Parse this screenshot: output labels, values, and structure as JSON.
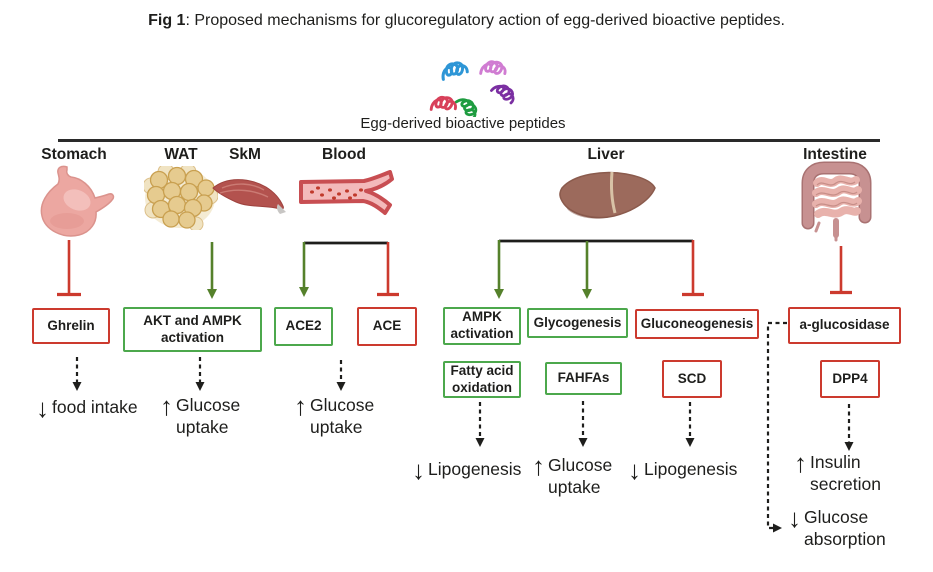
{
  "figure": {
    "title_bold": "Fig 1",
    "title_rest": ": Proposed mechanisms for glucoregulatory action of egg-derived bioactive peptides."
  },
  "peptides": {
    "label": "Egg-derived bioactive peptides",
    "colors": [
      "#2E96D6",
      "#D07CD2",
      "#7B2FA2",
      "#D8405A",
      "#1E9C40"
    ]
  },
  "organs": {
    "stomach": "Stomach",
    "wat": "WAT",
    "skm": "SkM",
    "blood": "Blood",
    "liver": "Liver",
    "intestine": "Intestine"
  },
  "boxes": {
    "ghrelin": "Ghrelin",
    "akt_ampk_activation": "AKT and AMPK activation",
    "ace2": "ACE2",
    "ace": "ACE",
    "ampk_activation": "AMPK activation",
    "glycogenesis": "Glycogenesis",
    "gluconeogenesis": "Gluconeogenesis",
    "a_glucosidase": "a-glucosidase",
    "fatty_acid_oxidation": "Fatty acid oxidation",
    "fahfas": "FAHFAs",
    "scd": "SCD",
    "dpp4": "DPP4"
  },
  "outcomes": {
    "food_intake": {
      "arrow": "↓",
      "label": "food intake"
    },
    "glucose_uptake_muscle": {
      "arrow": "↑",
      "label": "Glucose uptake"
    },
    "glucose_uptake_blood": {
      "arrow": "↑",
      "label": "Glucose uptake"
    },
    "lipogenesis_liver": {
      "arrow": "↓",
      "label": "Lipogenesis"
    },
    "glucose_uptake_liver": {
      "arrow": "↑",
      "label": "Glucose uptake"
    },
    "lipogenesis_scd": {
      "arrow": "↓",
      "label": "Lipogenesis"
    },
    "insulin_secretion": {
      "arrow": "↑",
      "label": "Insulin secretion"
    },
    "glucose_absorption": {
      "arrow": "↓",
      "label": "Glucose absorption"
    }
  },
  "colors": {
    "activation_green": "#4CA84C",
    "inhibition_red": "#CC3A2E",
    "arrow_green": "#55812B",
    "line_black": "#1E1E1C"
  }
}
